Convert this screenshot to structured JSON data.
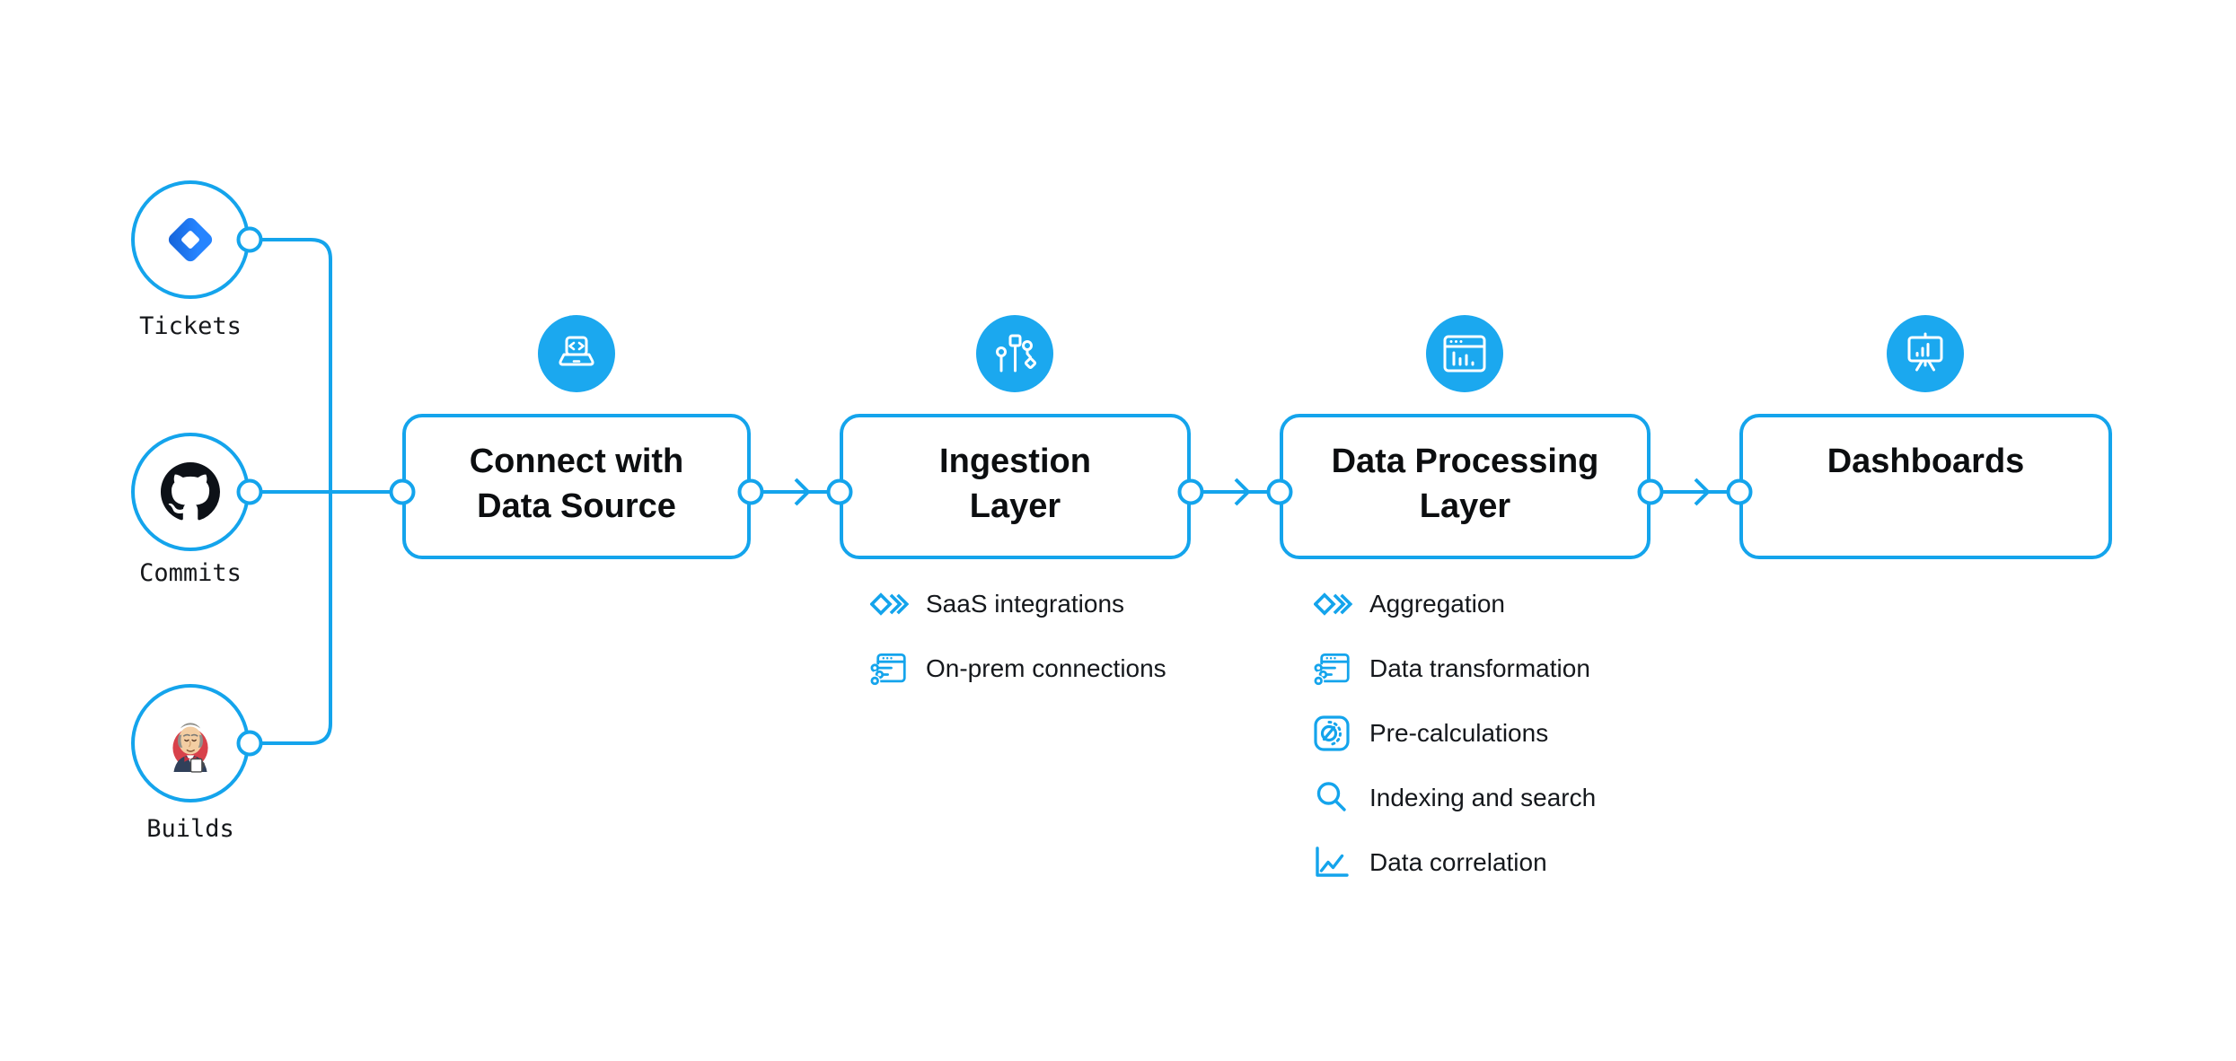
{
  "colors": {
    "accent": "#14a4ec",
    "icon_disc": "#1ba8ef",
    "text": "#0c0e10",
    "jira_blue": "#2684ff",
    "jenkins_red": "#d8414a"
  },
  "sources": [
    {
      "label": "Tickets",
      "icon": "jira-icon"
    },
    {
      "label": "Commits",
      "icon": "github-icon"
    },
    {
      "label": "Builds",
      "icon": "jenkins-icon"
    }
  ],
  "stages": [
    {
      "title": "Connect with\nData Source",
      "icon": "laptop-code-icon",
      "items": []
    },
    {
      "title": "Ingestion\nLayer",
      "icon": "circuit-icon",
      "items": [
        {
          "label": "SaaS integrations",
          "icon": "diamonds-icon"
        },
        {
          "label": "On-prem connections",
          "icon": "window-sliders-icon"
        }
      ]
    },
    {
      "title": "Data Processing\nLayer",
      "icon": "window-chart-icon",
      "items": [
        {
          "label": "Aggregation",
          "icon": "diamonds-icon"
        },
        {
          "label": "Data transformation",
          "icon": "window-sliders-icon"
        },
        {
          "label": "Pre-calculations",
          "icon": "gauge-icon"
        },
        {
          "label": "Indexing and search",
          "icon": "search-icon"
        },
        {
          "label": "Data correlation",
          "icon": "chart-line-icon"
        }
      ]
    },
    {
      "title": "Dashboards",
      "icon": "presentation-board-icon",
      "items": []
    }
  ]
}
